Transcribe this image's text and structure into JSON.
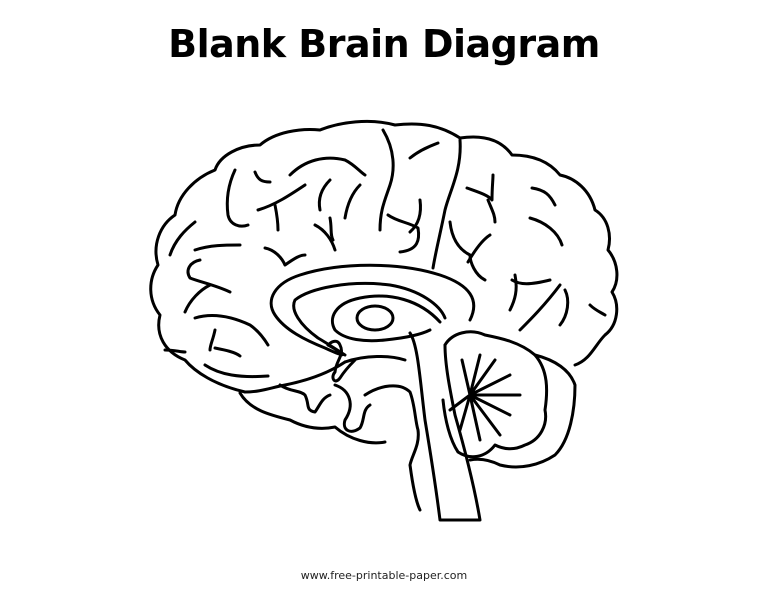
{
  "page": {
    "title": "Blank Brain Diagram",
    "footer_url": "www.free-printable-paper.com"
  },
  "diagram": {
    "subject": "brain-sagittal-section",
    "labels": [],
    "line_color": "#000000",
    "background": "#ffffff"
  }
}
